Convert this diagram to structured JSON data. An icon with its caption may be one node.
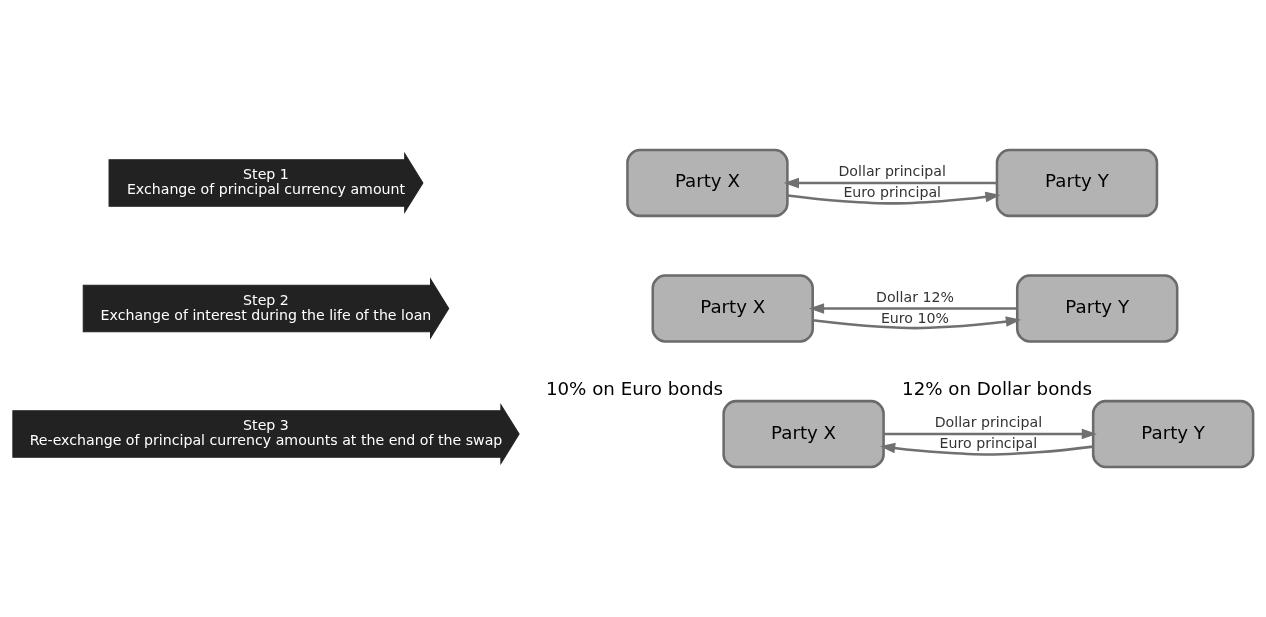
{
  "diagram": {
    "nodes": [
      {
        "text": [
          "Step 1",
          "Exchange of principal currency amount"
        ]
      },
      {
        "text": [
          "Party X"
        ]
      },
      {
        "text": [
          "Party Y"
        ]
      },
      {
        "text": [
          "Step 2",
          "Exchange of interest during the life of the loan"
        ]
      },
      {
        "text": [
          "Party X"
        ]
      },
      {
        "text": [
          "Party Y"
        ]
      },
      {
        "text": [
          "Step 3",
          "Re-exchange of principal currency amounts at the end of the swap"
        ]
      },
      {
        "text": [
          "Party X"
        ],
        "beside": [
          "10% on Euro bonds"
        ]
      },
      {
        "text": [
          "Party Y"
        ],
        "beside": [
          "12% on Dollar bonds"
        ]
      }
    ],
    "edges": [
      {
        "from": 1,
        "to": 2,
        "arrow": "to",
        "label": "Euro principal"
      },
      {
        "from": 2,
        "to": 1,
        "arrow": "to",
        "label": "Dollar principal"
      },
      {
        "from": 4,
        "to": 5,
        "arrow": "to",
        "label": "Euro 10%"
      },
      {
        "from": 5,
        "to": 4,
        "arrow": "to",
        "label": "Dollar 12%"
      },
      {
        "from": 8,
        "to": 7,
        "arrow": "to",
        "label": "Euro principal"
      },
      {
        "from": 7,
        "to": 8,
        "arrow": "to",
        "label": "Dollar principal"
      }
    ]
  }
}
